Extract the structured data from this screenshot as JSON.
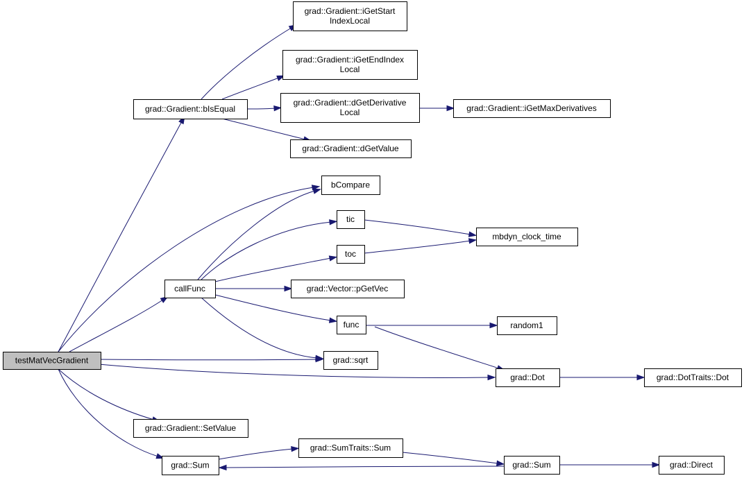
{
  "graph": {
    "colors": {
      "edge": "#191970",
      "node_border": "#000000",
      "node_fill": "#ffffff",
      "root_fill": "#bfbfbf"
    },
    "nodes": {
      "testmatvec": [
        "testMatVecGradient"
      ],
      "bisequal": [
        "grad::Gradient::bIsEqual"
      ],
      "igetstart": [
        "grad::Gradient::iGetStart",
        "IndexLocal"
      ],
      "igetend": [
        "grad::Gradient::iGetEndIndex",
        "Local"
      ],
      "dgetderiv": [
        "grad::Gradient::dGetDerivative",
        "Local"
      ],
      "igetmax": [
        "grad::Gradient::iGetMaxDerivatives"
      ],
      "dgetvalue": [
        "grad::Gradient::dGetValue"
      ],
      "bcompare": [
        "bCompare"
      ],
      "tic": [
        "tic"
      ],
      "toc": [
        "toc"
      ],
      "mbdyn": [
        "mbdyn_clock_time"
      ],
      "callfunc": [
        "callFunc"
      ],
      "pgetvec": [
        "grad::Vector::pGetVec"
      ],
      "func": [
        "func"
      ],
      "random1": [
        "random1"
      ],
      "sqrt": [
        "grad::sqrt"
      ],
      "dot": [
        "grad::Dot"
      ],
      "dottraits": [
        "grad::DotTraits::Dot"
      ],
      "setvalue": [
        "grad::Gradient::SetValue"
      ],
      "sum1": [
        "grad::Sum"
      ],
      "sumtraits": [
        "grad::SumTraits::Sum"
      ],
      "sum2": [
        "grad::Sum"
      ],
      "direct": [
        "grad::Direct"
      ]
    },
    "edges": [
      [
        "testmatvec",
        "bisequal"
      ],
      [
        "testmatvec",
        "bcompare"
      ],
      [
        "testmatvec",
        "callfunc"
      ],
      [
        "testmatvec",
        "sqrt"
      ],
      [
        "testmatvec",
        "dot"
      ],
      [
        "testmatvec",
        "setvalue"
      ],
      [
        "testmatvec",
        "sum1"
      ],
      [
        "bisequal",
        "igetstart"
      ],
      [
        "bisequal",
        "igetend"
      ],
      [
        "bisequal",
        "dgetderiv"
      ],
      [
        "bisequal",
        "dgetvalue"
      ],
      [
        "dgetderiv",
        "igetmax"
      ],
      [
        "callfunc",
        "bcompare"
      ],
      [
        "callfunc",
        "tic"
      ],
      [
        "callfunc",
        "toc"
      ],
      [
        "callfunc",
        "pgetvec"
      ],
      [
        "callfunc",
        "func"
      ],
      [
        "callfunc",
        "sqrt"
      ],
      [
        "tic",
        "mbdyn"
      ],
      [
        "toc",
        "mbdyn"
      ],
      [
        "func",
        "random1"
      ],
      [
        "func",
        "dot"
      ],
      [
        "dot",
        "dottraits"
      ],
      [
        "sum1",
        "sumtraits"
      ],
      [
        "sumtraits",
        "sum2"
      ],
      [
        "sum2",
        "sum1"
      ],
      [
        "sum2",
        "direct"
      ]
    ]
  }
}
